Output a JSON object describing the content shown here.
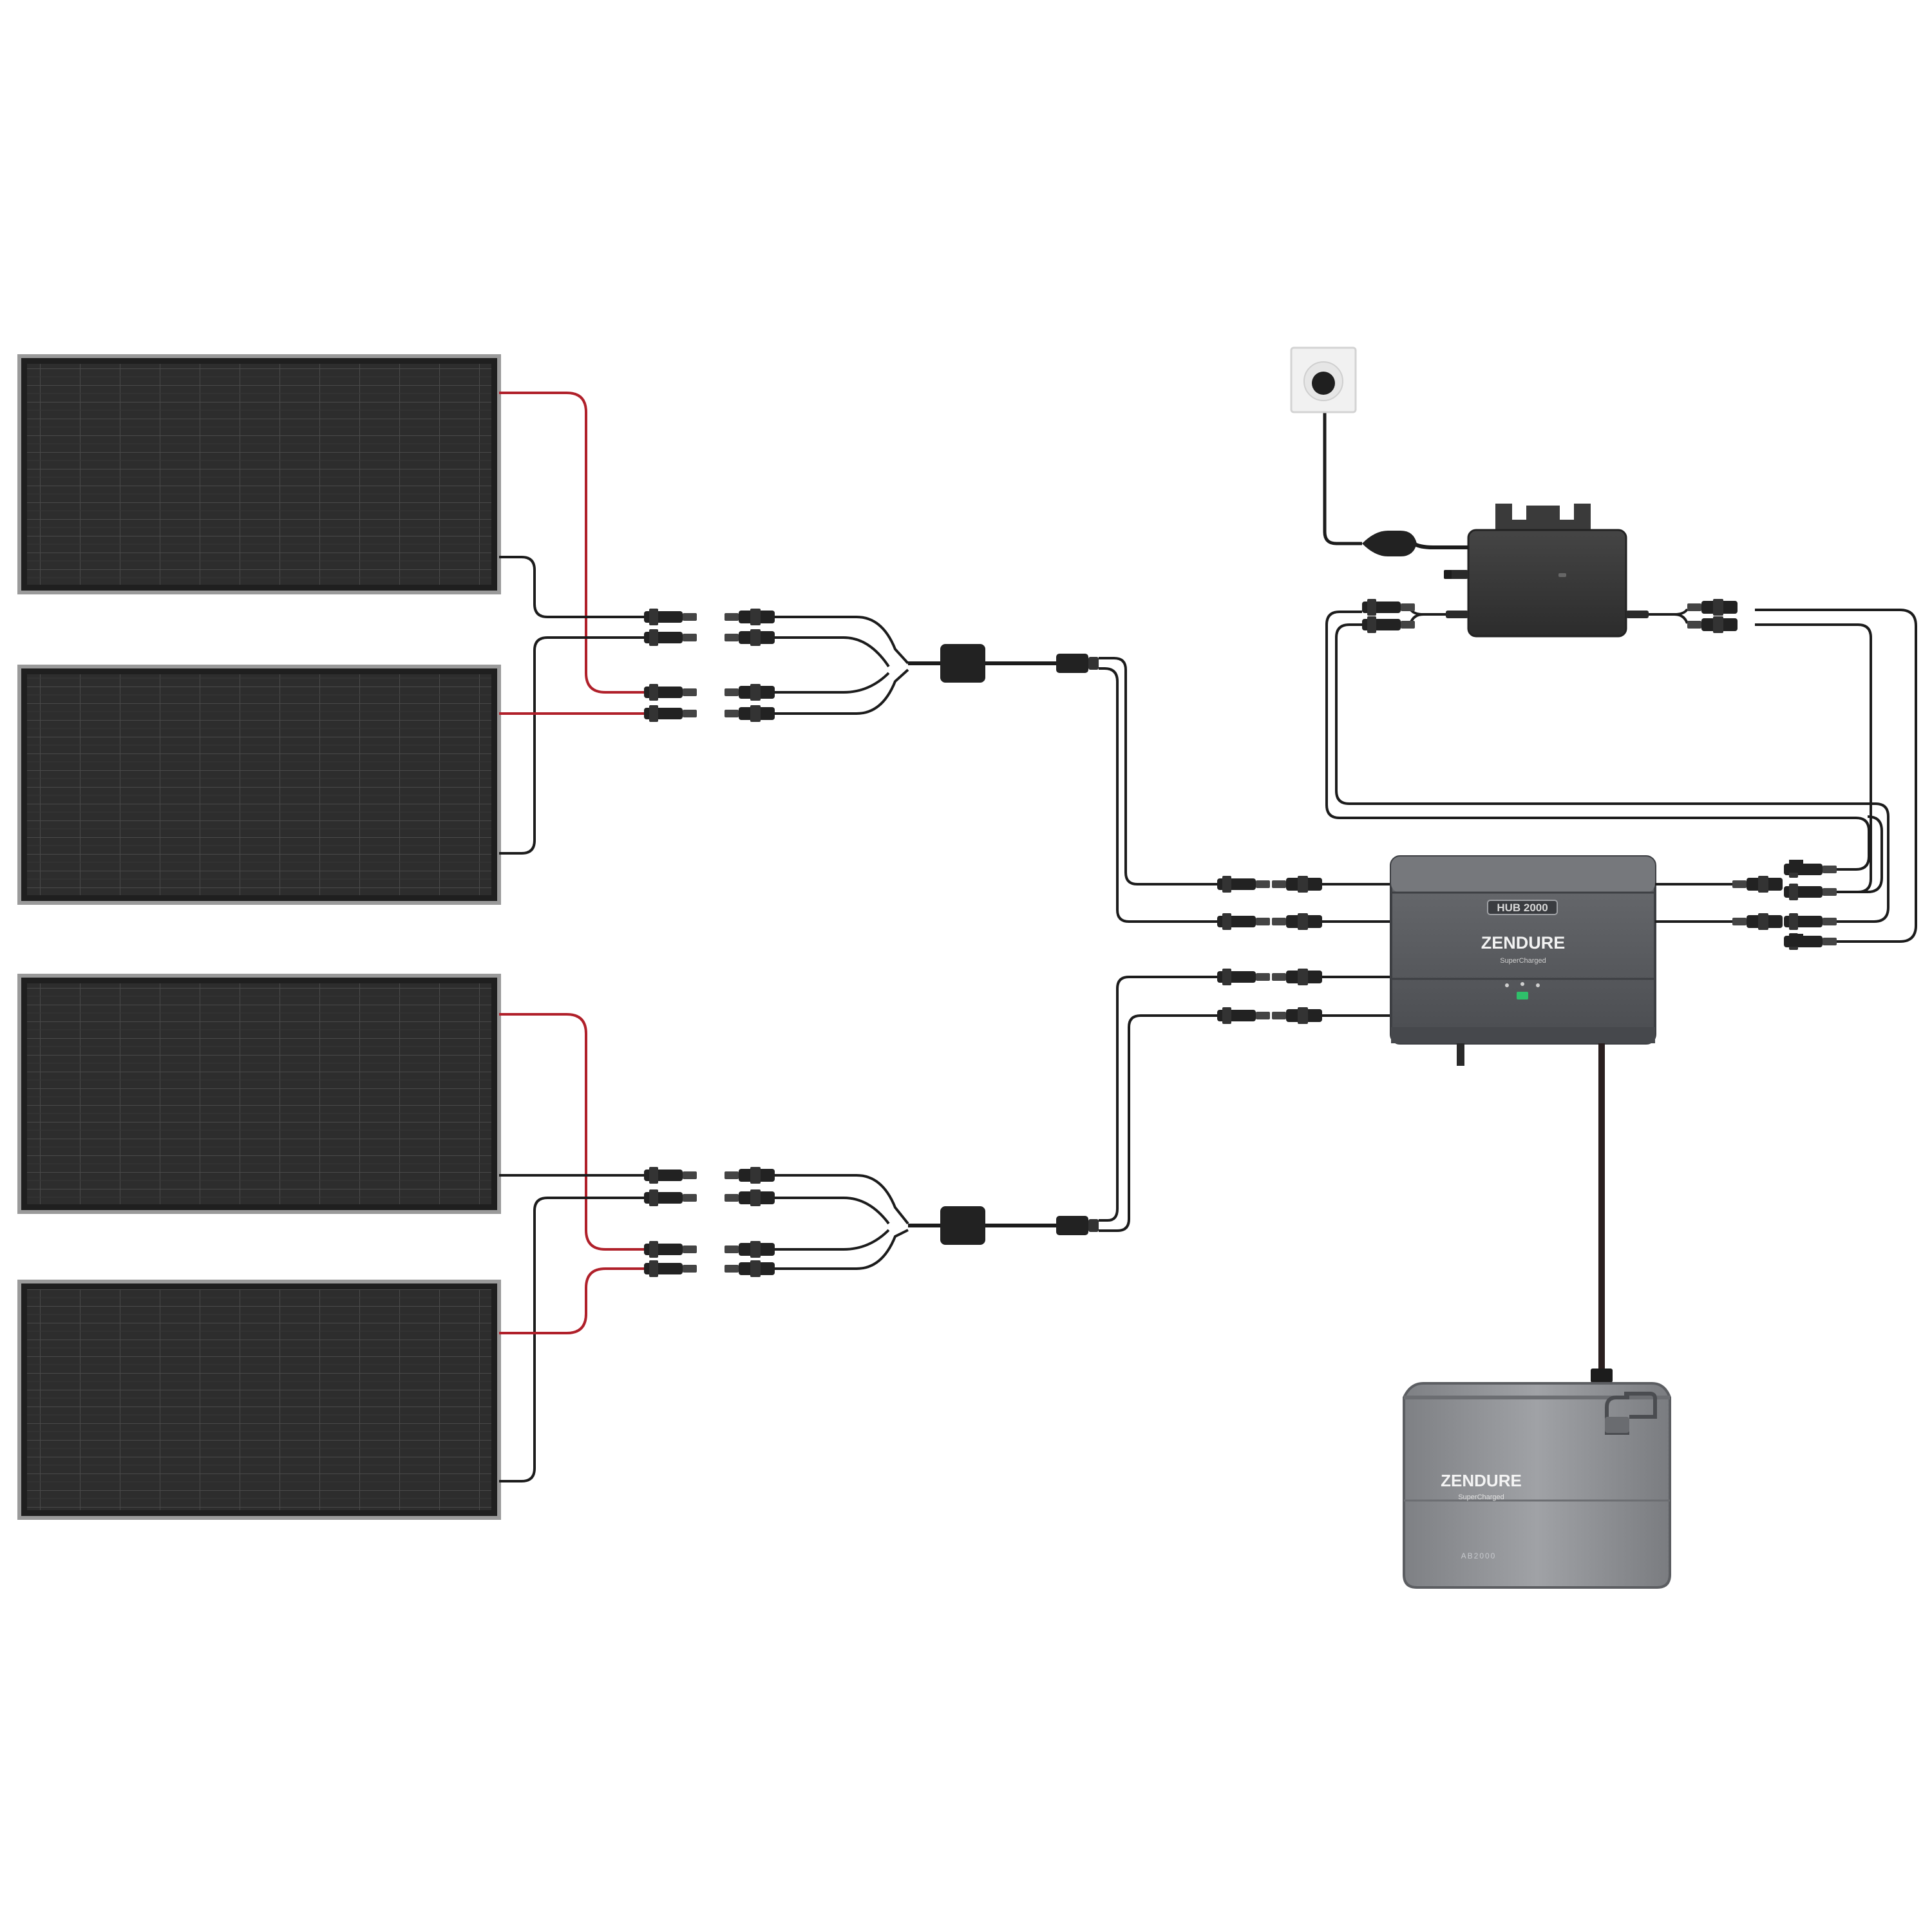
{
  "hub": {
    "model_badge": "HUB 2000",
    "brand": "ZENDURE",
    "tagline": "SuperCharged"
  },
  "battery": {
    "brand": "ZENDURE",
    "tagline": "SuperCharged",
    "model": "AB2000"
  },
  "colors": {
    "cable_black": "#1c1c1c",
    "cable_red": "#b0202a",
    "panel_dark": "#2b2b2b",
    "panel_frame": "#8c8c8c",
    "hub_body": "#5a5c60",
    "battery_body": "#8e9094",
    "inverter_body": "#3a3a3a",
    "led_green": "#2fbf6a"
  },
  "icons": {
    "solar_panel": "solar-panel-icon",
    "y_splitter": "y-splitter-icon",
    "mc4_connector": "mc4-connector-icon",
    "micro_inverter": "micro-inverter-icon",
    "wall_socket": "wall-socket-icon",
    "hub": "hub-icon",
    "battery": "battery-icon"
  }
}
